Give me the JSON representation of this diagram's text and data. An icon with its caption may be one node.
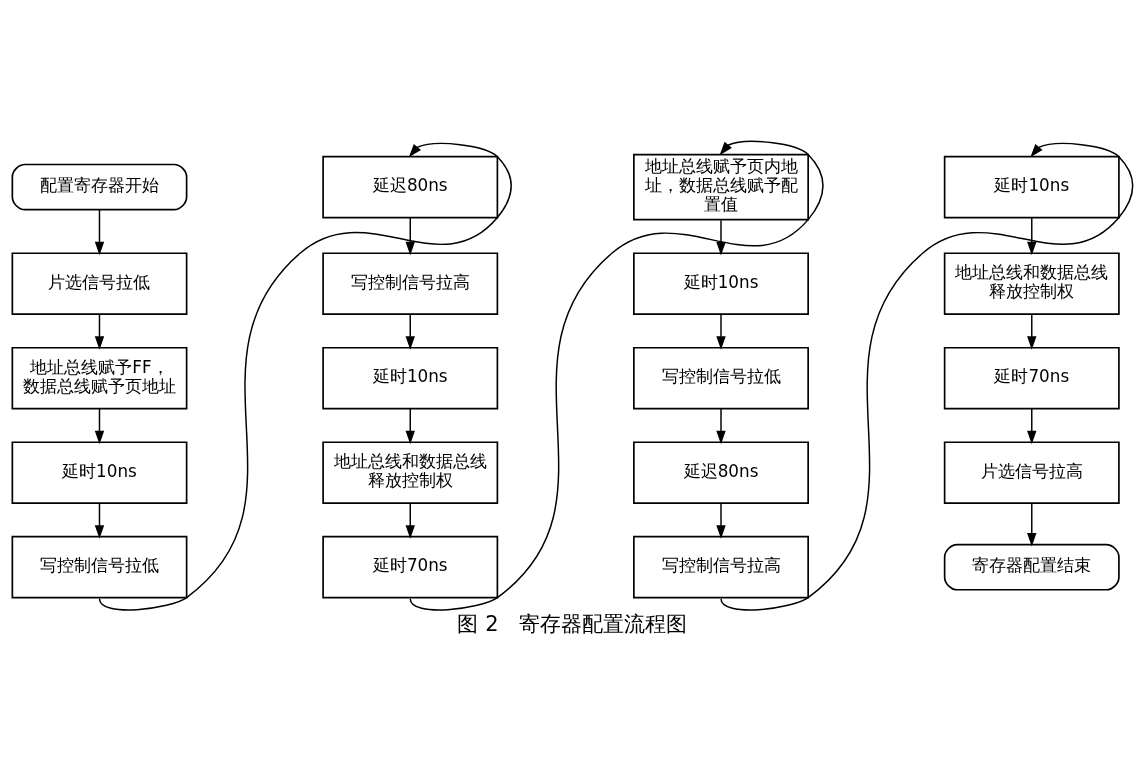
{
  "diagram": {
    "caption": "图 2　寄存器配置流程图",
    "nodes": [
      {
        "text": [
          "配置寄存器开始"
        ]
      },
      {
        "text": [
          "片选信号拉低"
        ]
      },
      {
        "text": [
          "地址总线赋予FF，数据总线赋予页地址"
        ]
      },
      {
        "text": [
          "延时10ns"
        ]
      },
      {
        "text": [
          "写控制信号拉低"
        ]
      },
      {
        "text": [
          "延迟80ns"
        ]
      },
      {
        "text": [
          "写控制信号拉高"
        ]
      },
      {
        "text": [
          "延时10ns"
        ]
      },
      {
        "text": [
          "地址总线和数据总线释放控制权"
        ]
      },
      {
        "text": [
          "延时70ns"
        ]
      },
      {
        "text": [
          "地址总线赋予页内地址，数据总线赋予配置值"
        ]
      },
      {
        "text": [
          "延时10ns"
        ]
      },
      {
        "text": [
          "写控制信号拉低"
        ]
      },
      {
        "text": [
          "延迟80ns"
        ]
      },
      {
        "text": [
          "写控制信号拉高"
        ]
      },
      {
        "text": [
          "延时10ns"
        ]
      },
      {
        "text": [
          "地址总线和数据总线释放控制权"
        ]
      },
      {
        "text": [
          "延时70ns"
        ]
      },
      {
        "text": [
          "片选信号拉高"
        ]
      },
      {
        "text": [
          "寄存器配置结束"
        ]
      }
    ],
    "edges": [
      {
        "from": 0,
        "to": 1,
        "arrow": "to"
      },
      {
        "from": 1,
        "to": 2,
        "arrow": "to"
      },
      {
        "from": 2,
        "to": 3,
        "arrow": "to"
      },
      {
        "from": 3,
        "to": 4,
        "arrow": "to"
      },
      {
        "from": 4,
        "to": 5,
        "arrow": "to"
      },
      {
        "from": 5,
        "to": 6,
        "arrow": "to"
      },
      {
        "from": 6,
        "to": 7,
        "arrow": "to"
      },
      {
        "from": 7,
        "to": 8,
        "arrow": "to"
      },
      {
        "from": 8,
        "to": 9,
        "arrow": "to"
      },
      {
        "from": 9,
        "to": 10,
        "arrow": "to"
      },
      {
        "from": 10,
        "to": 11,
        "arrow": "to"
      },
      {
        "from": 11,
        "to": 12,
        "arrow": "to"
      },
      {
        "from": 12,
        "to": 13,
        "arrow": "to"
      },
      {
        "from": 13,
        "to": 14,
        "arrow": "to"
      },
      {
        "from": 14,
        "to": 15,
        "arrow": "to"
      },
      {
        "from": 15,
        "to": 16,
        "arrow": "to"
      },
      {
        "from": 16,
        "to": 17,
        "arrow": "to"
      },
      {
        "from": 17,
        "to": 18,
        "arrow": "to"
      },
      {
        "from": 18,
        "to": 19,
        "arrow": "to"
      }
    ]
  }
}
